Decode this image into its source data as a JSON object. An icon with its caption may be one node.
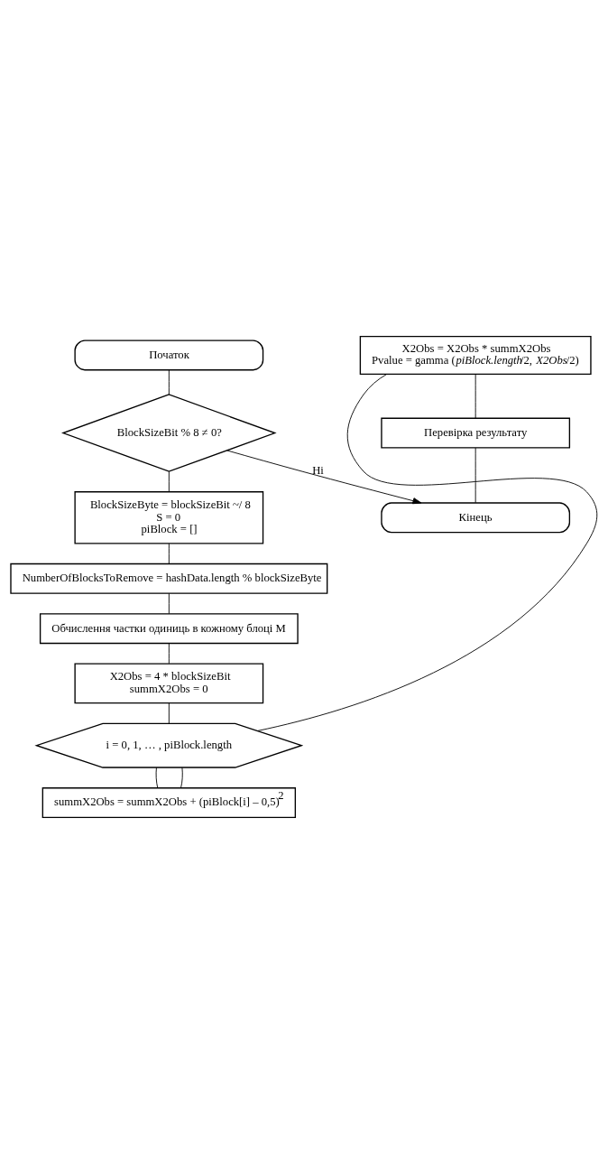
{
  "diagram": {
    "nodes": [
      {
        "text": [
          "Початок"
        ]
      },
      {
        "text": [
          "BlockSizeBit % 8 ≠ 0?"
        ]
      },
      {
        "text": [
          "BlockSizeByte = blockSizeBit ~/ 8",
          "S = 0",
          "piBlock = []"
        ]
      },
      {
        "text": [
          "NumberOfBlocksToRemove = hashData.length % blockSizeByte"
        ]
      },
      {
        "text": [
          "Обчислення частки одиниць в кожному блоці M"
        ]
      },
      {
        "text": [
          "X2Obs = 4 * blockSizeBit",
          "summX2Obs = 0"
        ]
      },
      {
        "text": [
          "i = 0, 1, … , piBlock.length"
        ]
      },
      {
        "text": [
          "summX2Obs = summX2Obs + (piBlock[i] – 0,5)$^{2}$"
        ]
      },
      {
        "text": [
          "X2Obs = X2Obs * summX2Obs",
          "Pvalue = gamma (*piBlock.length*/2, *X2Obs*/2)"
        ]
      },
      {
        "text": [
          "Перевірка результату"
        ]
      },
      {
        "text": [
          "Кінець"
        ]
      }
    ],
    "edges": [
      {
        "from": 0,
        "to": 1,
        "arrow": "none"
      },
      {
        "from": 1,
        "to": 2,
        "arrow": "none"
      },
      {
        "from": 2,
        "to": 3,
        "arrow": "none"
      },
      {
        "from": 3,
        "to": 4,
        "arrow": "none"
      },
      {
        "from": 4,
        "to": 5,
        "arrow": "none"
      },
      {
        "from": 5,
        "to": 6,
        "arrow": "none"
      },
      {
        "from": 6,
        "to": 7,
        "arrow": "none"
      },
      {
        "from": 7,
        "to": 6,
        "arrow": "none"
      },
      {
        "from": 6,
        "to": 8,
        "arrow": "none"
      },
      {
        "from": 8,
        "to": 9,
        "arrow": "none"
      },
      {
        "from": 9,
        "to": 10,
        "arrow": "none"
      },
      {
        "from": 1,
        "to": 10,
        "label": "Ні",
        "arrow": "to"
      }
    ]
  }
}
